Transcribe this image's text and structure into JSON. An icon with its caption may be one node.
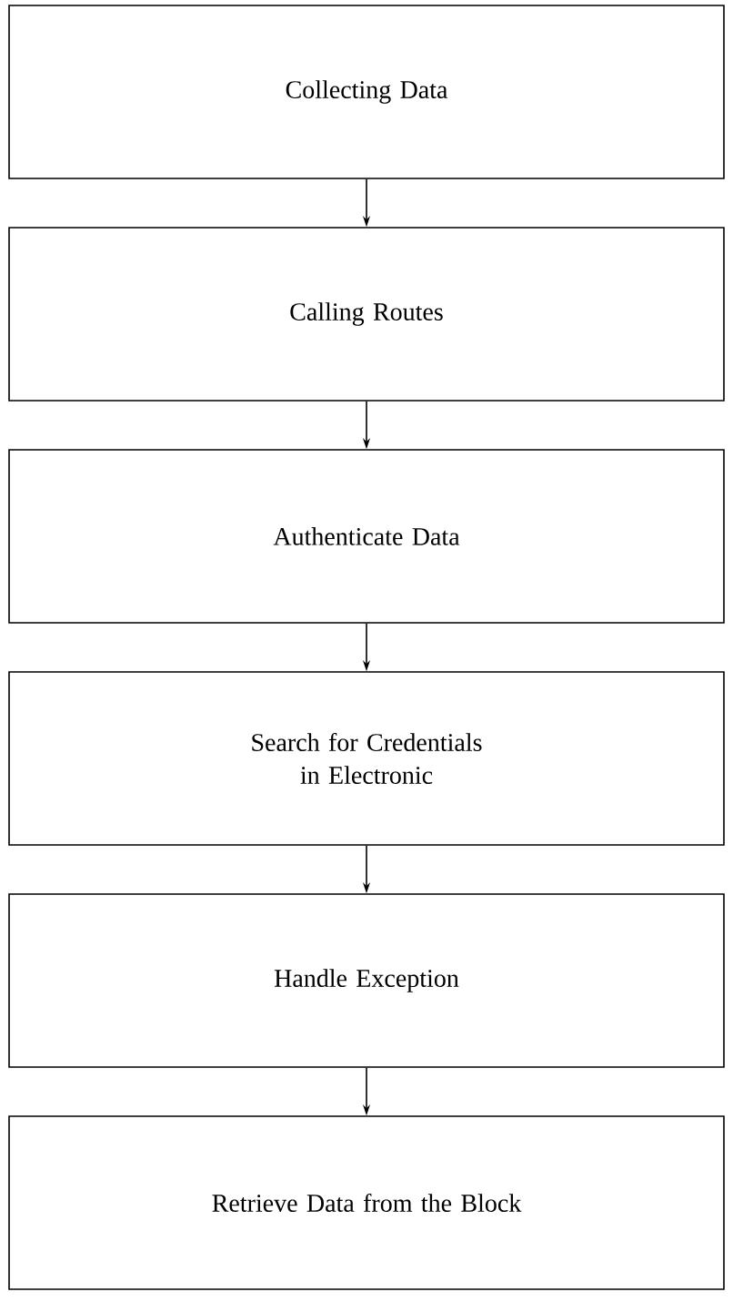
{
  "diagram": {
    "nodes": [
      {
        "text": [
          "Collecting Data"
        ]
      },
      {
        "text": [
          "Calling Routes"
        ]
      },
      {
        "text": [
          "Authenticate Data"
        ]
      },
      {
        "text": [
          "Search for Credentials in Electronic"
        ]
      },
      {
        "text": [
          "Handle Exception"
        ]
      },
      {
        "text": [
          "Retrieve Data from the Block"
        ]
      }
    ],
    "edges": [
      {
        "from": 0,
        "to": 1,
        "arrow": "to"
      },
      {
        "from": 1,
        "to": 2,
        "arrow": "to"
      },
      {
        "from": 2,
        "to": 3,
        "arrow": "to"
      },
      {
        "from": 3,
        "to": 4,
        "arrow": "to"
      },
      {
        "from": 4,
        "to": 5,
        "arrow": "to"
      }
    ]
  }
}
